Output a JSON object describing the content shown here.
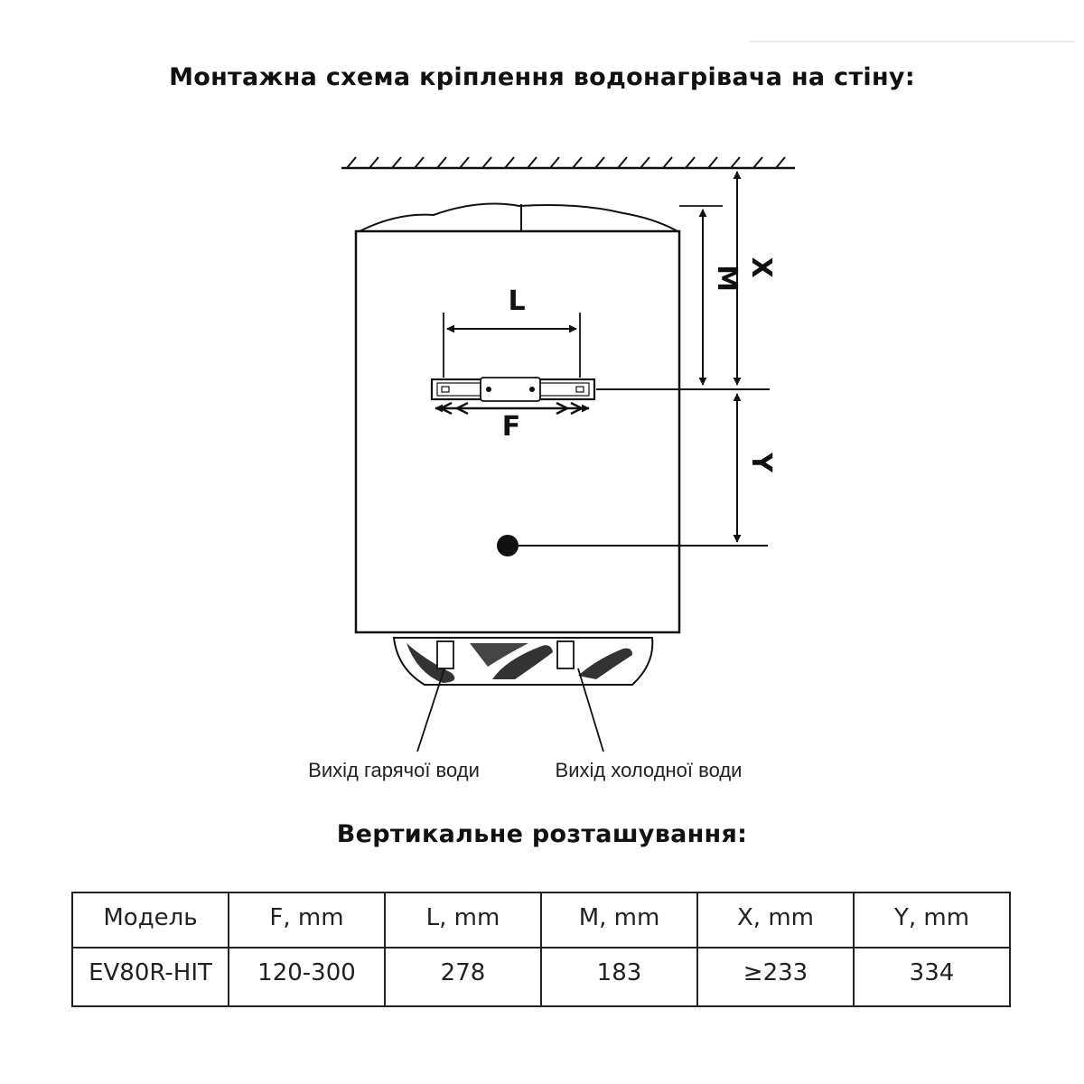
{
  "title": "Монтажна схема кріплення водонагрівача на стіну:",
  "diagram": {
    "labels": {
      "L": "L",
      "F": "F",
      "M": "M",
      "X": "X",
      "Y": "Y"
    },
    "hot_outlet": "Вихід гарячої води",
    "cold_outlet": "Вихід холодної води"
  },
  "subtitle": "Вертикальне розташування:",
  "table": {
    "headers": [
      "Модель",
      "F, mm",
      "L, mm",
      "M, mm",
      "X, mm",
      "Y, mm"
    ],
    "rows": [
      [
        "EV80R-HIT",
        "120-300",
        "278",
        "183",
        "≥233",
        "334"
      ]
    ]
  }
}
